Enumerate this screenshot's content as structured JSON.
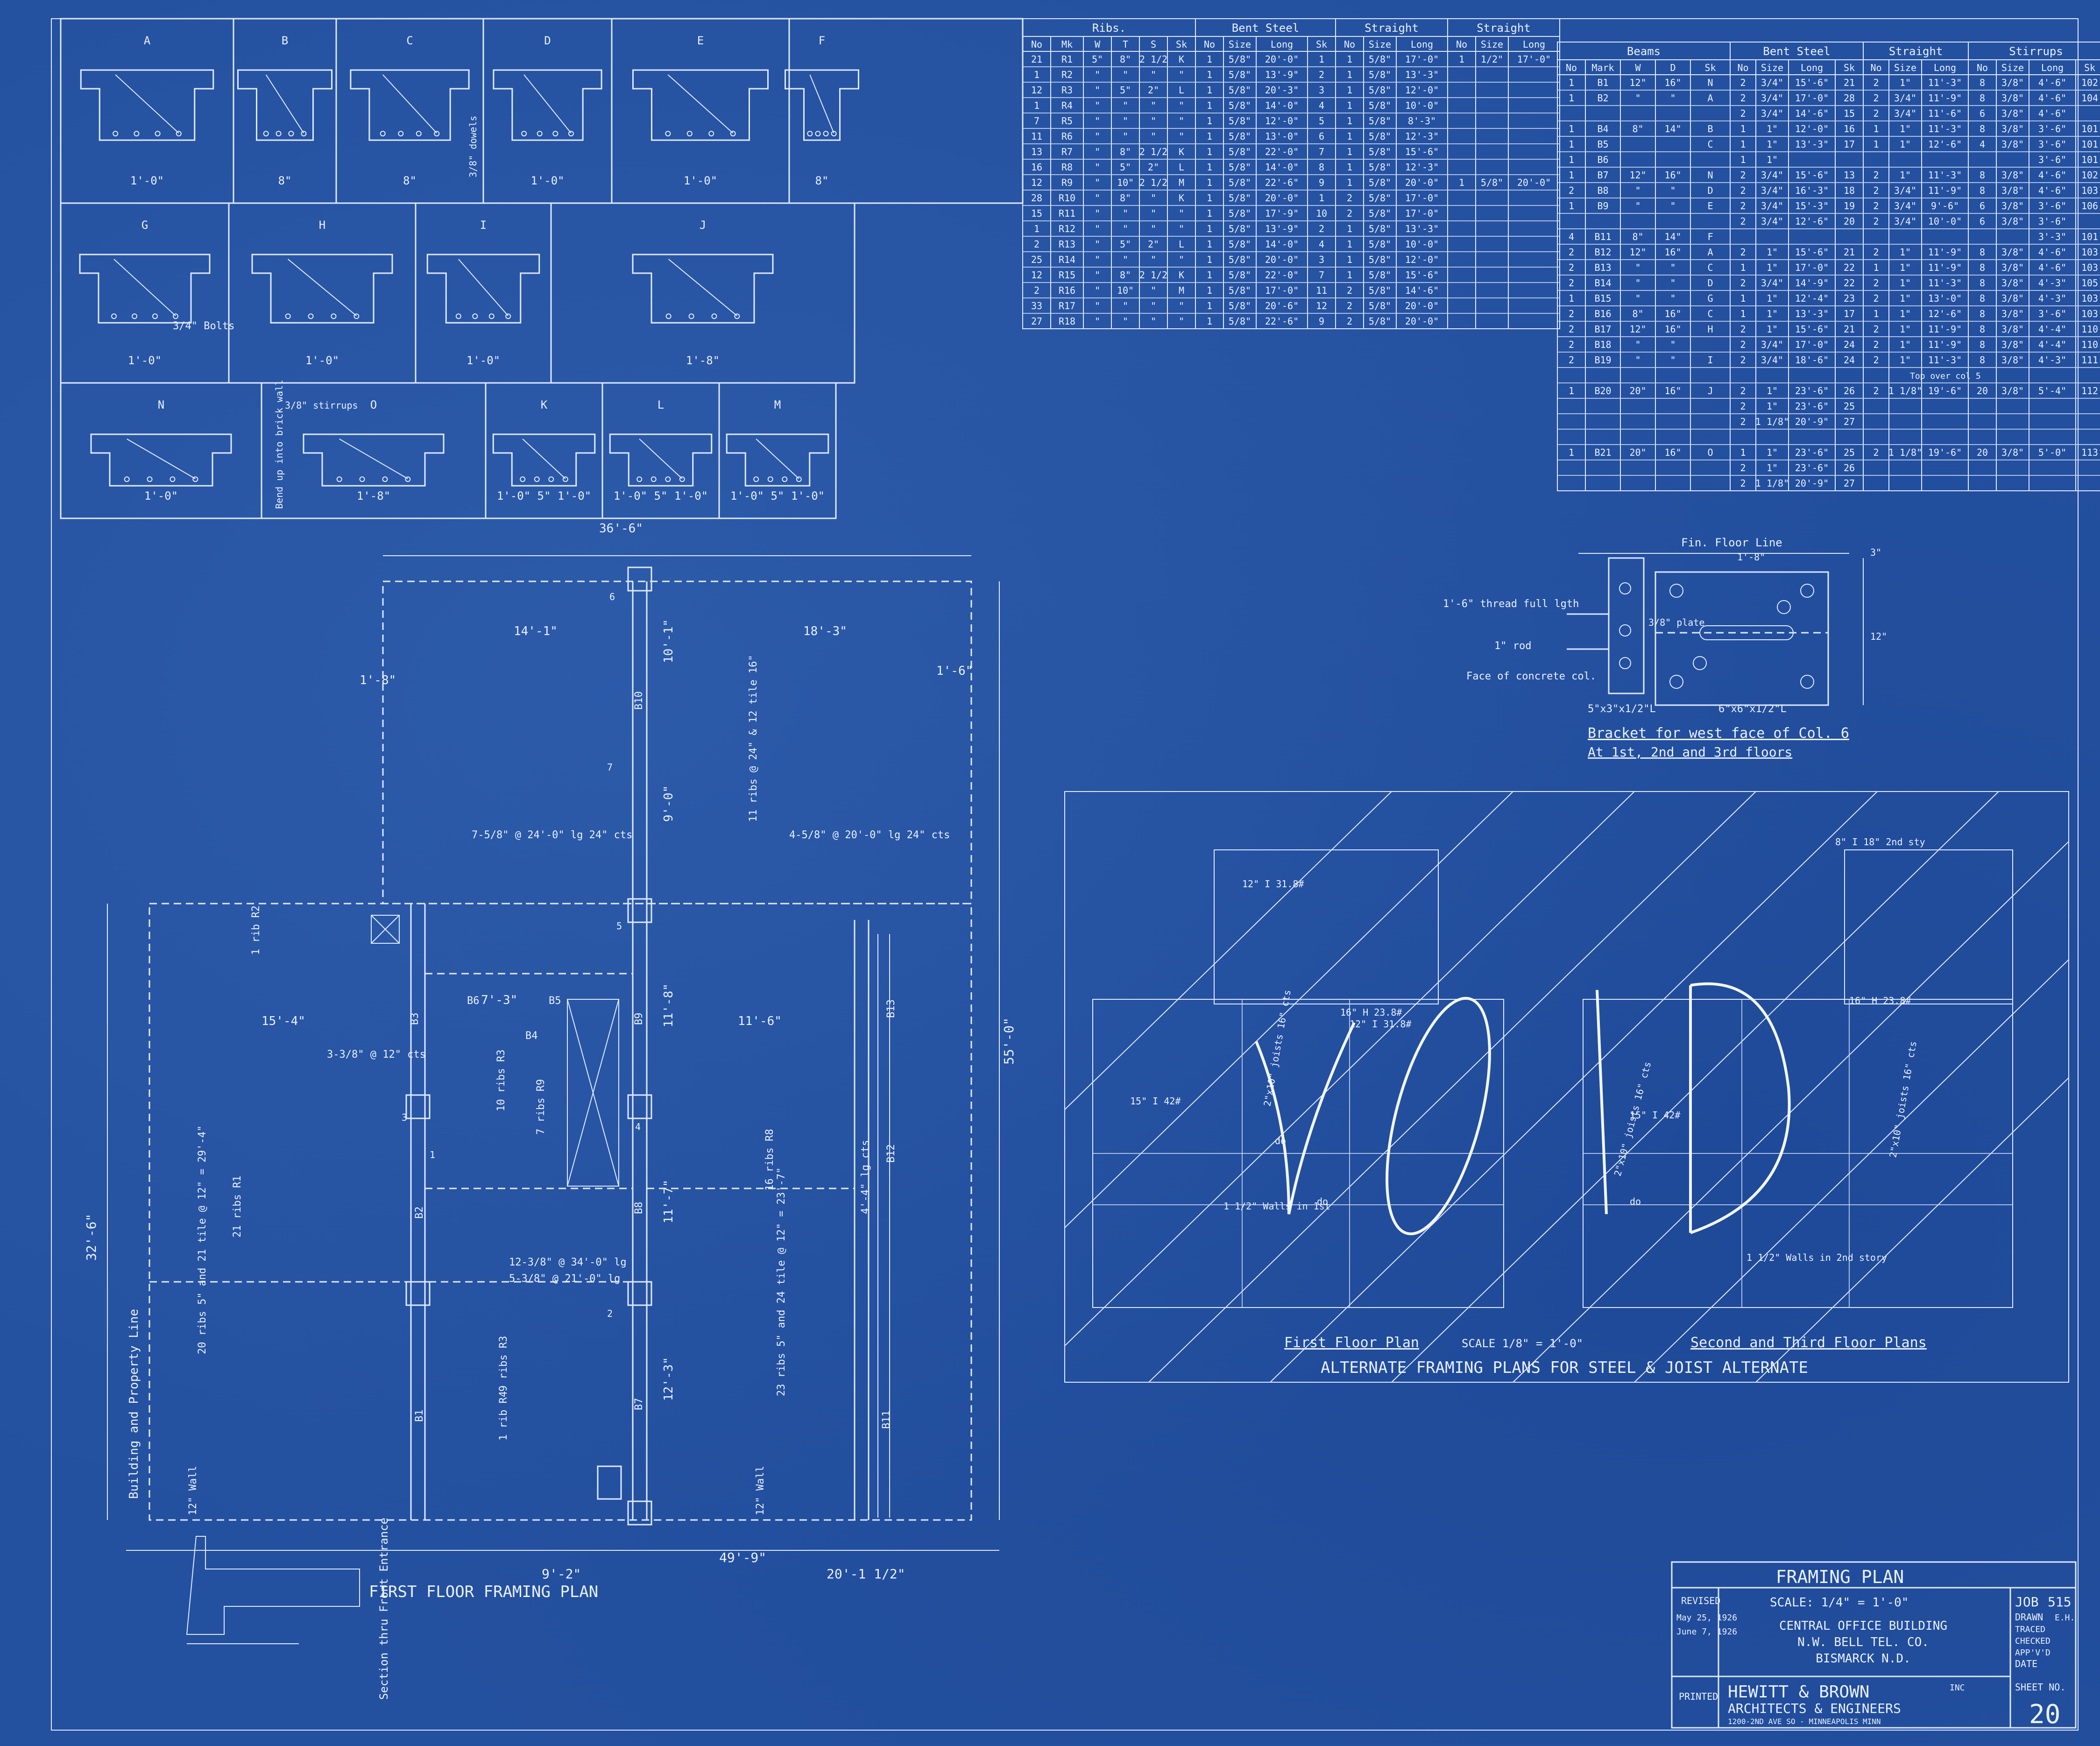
{
  "sections": [
    {
      "label": "A",
      "width": "1'-0\""
    },
    {
      "label": "B",
      "width": "8\""
    },
    {
      "label": "C",
      "width": "8\""
    },
    {
      "label": "D",
      "width": "1'-0\""
    },
    {
      "label": "E",
      "width": "1'-0\""
    },
    {
      "label": "F",
      "width": "8\""
    },
    {
      "label": "G",
      "width": "1'-0\""
    },
    {
      "label": "H",
      "width": "1'-0\""
    },
    {
      "label": "I",
      "width": "1'-0\""
    },
    {
      "label": "J",
      "width": "1'-8\""
    },
    {
      "label": "N",
      "width": "1'-0\""
    },
    {
      "label": "O",
      "width": "1'-8\""
    },
    {
      "label": "K",
      "width": "1'-0\"  5\"  1'-0\""
    },
    {
      "label": "L",
      "width": "1'-0\"  5\"  1'-0\""
    },
    {
      "label": "M",
      "width": "1'-0\"  5\"  1'-0\""
    }
  ],
  "section_notes": {
    "bolts": "3/4\" Bolts",
    "dowels": "3/8\" dowels",
    "bend_up": "Bend up into brick wall",
    "stirrups": "3/8\" stirrups"
  },
  "ribs_table": {
    "group_headers": [
      "Ribs.",
      "Bent Steel",
      "Straight",
      "Straight"
    ],
    "headers": [
      "No",
      "Mk",
      "W",
      "T",
      "S",
      "Sk",
      "No",
      "Size",
      "Long",
      "Sk",
      "No",
      "Size",
      "Long",
      "No",
      "Size",
      "Long"
    ],
    "rows": [
      [
        "21",
        "R1",
        "5\"",
        "8\"",
        "2 1/2",
        "K",
        "1",
        "5/8\"",
        "20'-0\"",
        "1",
        "1",
        "5/8\"",
        "17'-0\"",
        "1",
        "1/2\"",
        "17'-0\""
      ],
      [
        "1",
        "R2",
        "\"",
        "\"",
        "\"",
        "\"",
        "1",
        "5/8\"",
        "13'-9\"",
        "2",
        "1",
        "5/8\"",
        "13'-3\"",
        "",
        "",
        ""
      ],
      [
        "12",
        "R3",
        "\"",
        "5\"",
        "2\"",
        "L",
        "1",
        "5/8\"",
        "20'-3\"",
        "3",
        "1",
        "5/8\"",
        "12'-0\"",
        "",
        "",
        ""
      ],
      [
        "1",
        "R4",
        "\"",
        "\"",
        "\"",
        "\"",
        "1",
        "5/8\"",
        "14'-0\"",
        "4",
        "1",
        "5/8\"",
        "10'-0\"",
        "",
        "",
        ""
      ],
      [
        "7",
        "R5",
        "\"",
        "\"",
        "\"",
        "\"",
        "1",
        "5/8\"",
        "12'-0\"",
        "5",
        "1",
        "5/8\"",
        "8'-3\"",
        "",
        "",
        ""
      ],
      [
        "11",
        "R6",
        "\"",
        "\"",
        "\"",
        "\"",
        "1",
        "5/8\"",
        "13'-0\"",
        "6",
        "1",
        "5/8\"",
        "12'-3\"",
        "",
        "",
        ""
      ],
      [
        "13",
        "R7",
        "\"",
        "8\"",
        "2 1/2",
        "K",
        "1",
        "5/8\"",
        "22'-0\"",
        "7",
        "1",
        "5/8\"",
        "15'-6\"",
        "",
        "",
        ""
      ],
      [
        "16",
        "R8",
        "\"",
        "5\"",
        "2\"",
        "L",
        "1",
        "5/8\"",
        "14'-0\"",
        "8",
        "1",
        "5/8\"",
        "12'-3\"",
        "",
        "",
        ""
      ],
      [
        "12",
        "R9",
        "\"",
        "10\"",
        "2 1/2",
        "M",
        "1",
        "5/8\"",
        "22'-6\"",
        "9",
        "1",
        "5/8\"",
        "20'-0\"",
        "1",
        "5/8\"",
        "20'-0\""
      ],
      [
        "28",
        "R10",
        "\"",
        "8\"",
        "\"",
        "K",
        "1",
        "5/8\"",
        "20'-0\"",
        "1",
        "2",
        "5/8\"",
        "17'-0\"",
        "",
        "",
        ""
      ],
      [
        "15",
        "R11",
        "\"",
        "\"",
        "\"",
        "\"",
        "1",
        "5/8\"",
        "17'-9\"",
        "10",
        "2",
        "5/8\"",
        "17'-0\"",
        "",
        "",
        ""
      ],
      [
        "1",
        "R12",
        "\"",
        "\"",
        "\"",
        "\"",
        "1",
        "5/8\"",
        "13'-9\"",
        "2",
        "1",
        "5/8\"",
        "13'-3\"",
        "",
        "",
        ""
      ],
      [
        "2",
        "R13",
        "\"",
        "5\"",
        "2\"",
        "L",
        "1",
        "5/8\"",
        "14'-0\"",
        "4",
        "1",
        "5/8\"",
        "10'-0\"",
        "",
        "",
        ""
      ],
      [
        "25",
        "R14",
        "\"",
        "\"",
        "\"",
        "\"",
        "1",
        "5/8\"",
        "20'-0\"",
        "3",
        "1",
        "5/8\"",
        "12'-0\"",
        "",
        "",
        ""
      ],
      [
        "12",
        "R15",
        "\"",
        "8\"",
        "2 1/2",
        "K",
        "1",
        "5/8\"",
        "22'-0\"",
        "7",
        "1",
        "5/8\"",
        "15'-6\"",
        "",
        "",
        ""
      ],
      [
        "2",
        "R16",
        "\"",
        "10\"",
        "\"",
        "M",
        "1",
        "5/8\"",
        "17'-0\"",
        "11",
        "2",
        "5/8\"",
        "14'-6\"",
        "",
        "",
        ""
      ],
      [
        "33",
        "R17",
        "\"",
        "\"",
        "\"",
        "\"",
        "1",
        "5/8\"",
        "20'-6\"",
        "12",
        "2",
        "5/8\"",
        "20'-0\"",
        "",
        "",
        ""
      ],
      [
        "27",
        "R18",
        "\"",
        "\"",
        "\"",
        "\"",
        "1",
        "5/8\"",
        "22'-6\"",
        "9",
        "2",
        "5/8\"",
        "20'-0\"",
        "",
        "",
        ""
      ]
    ]
  },
  "beams_table": {
    "group_headers": [
      "Beams",
      "Bent Steel",
      "Straight",
      "Stirrups"
    ],
    "headers": [
      "No",
      "Mark",
      "W",
      "D",
      "Sk",
      "No",
      "Size",
      "Long",
      "Sk",
      "No",
      "Size",
      "Long",
      "No",
      "Size",
      "Long",
      "Sk"
    ],
    "rows": [
      [
        "1",
        "B1",
        "12\"",
        "16\"",
        "N",
        "2",
        "3/4\"",
        "15'-6\"",
        "21",
        "2",
        "1\"",
        "11'-3\"",
        "8",
        "3/8\"",
        "4'-6\"",
        "102"
      ],
      [
        "1",
        "B2",
        "\"",
        "\"",
        "A",
        "2",
        "3/4\"",
        "17'-0\"",
        "28",
        "2",
        "3/4\"",
        "11'-9\"",
        "8",
        "3/8\"",
        "4'-6\"",
        "104"
      ],
      [
        "",
        "",
        "",
        "",
        "",
        "2",
        "3/4\"",
        "14'-6\"",
        "15",
        "2",
        "3/4\"",
        "11'-6\"",
        "6",
        "3/8\"",
        "4'-6\"",
        ""
      ],
      [
        "1",
        "B4",
        "8\"",
        "14\"",
        "B",
        "1",
        "1\"",
        "12'-0\"",
        "16",
        "1",
        "1\"",
        "11'-3\"",
        "8",
        "3/8\"",
        "3'-6\"",
        "101"
      ],
      [
        "1",
        "B5",
        "",
        "",
        "C",
        "1",
        "1\"",
        "13'-3\"",
        "17",
        "1",
        "1\"",
        "12'-6\"",
        "4",
        "3/8\"",
        "3'-6\"",
        "101"
      ],
      [
        "1",
        "B6",
        "",
        "",
        "",
        "1",
        "1\"",
        "",
        "",
        "",
        "",
        "",
        "",
        "",
        "3'-6\"",
        "101"
      ],
      [
        "1",
        "B7",
        "12\"",
        "16\"",
        "N",
        "2",
        "3/4\"",
        "15'-6\"",
        "13",
        "2",
        "1\"",
        "11'-3\"",
        "8",
        "3/8\"",
        "4'-6\"",
        "102"
      ],
      [
        "2",
        "B8",
        "\"",
        "\"",
        "D",
        "2",
        "3/4\"",
        "16'-3\"",
        "18",
        "2",
        "3/4\"",
        "11'-9\"",
        "8",
        "3/8\"",
        "4'-6\"",
        "103"
      ],
      [
        "1",
        "B9",
        "\"",
        "\"",
        "E",
        "2",
        "3/4\"",
        "15'-3\"",
        "19",
        "2",
        "3/4\"",
        "9'-6\"",
        "6",
        "3/8\"",
        "3'-6\"",
        "106"
      ],
      [
        "",
        "",
        "",
        "",
        "",
        "2",
        "3/4\"",
        "12'-6\"",
        "20",
        "2",
        "3/4\"",
        "10'-0\"",
        "6",
        "3/8\"",
        "3'-6\"",
        ""
      ],
      [
        "4",
        "B11",
        "8\"",
        "14\"",
        "F",
        "",
        "",
        "",
        "",
        "",
        "",
        "",
        "",
        "",
        "3'-3\"",
        "101"
      ],
      [
        "2",
        "B12",
        "12\"",
        "16\"",
        "A",
        "2",
        "1\"",
        "15'-6\"",
        "21",
        "2",
        "1\"",
        "11'-9\"",
        "8",
        "3/8\"",
        "4'-6\"",
        "103"
      ],
      [
        "2",
        "B13",
        "\"",
        "\"",
        "C",
        "1",
        "1\"",
        "17'-0\"",
        "22",
        "1",
        "1\"",
        "11'-9\"",
        "8",
        "3/8\"",
        "4'-6\"",
        "103"
      ],
      [
        "2",
        "B14",
        "\"",
        "\"",
        "D",
        "2",
        "3/4\"",
        "14'-9\"",
        "22",
        "2",
        "1\"",
        "11'-3\"",
        "8",
        "3/8\"",
        "4'-3\"",
        "105"
      ],
      [
        "1",
        "B15",
        "\"",
        "\"",
        "G",
        "1",
        "1\"",
        "12'-4\"",
        "23",
        "2",
        "1\"",
        "13'-0\"",
        "8",
        "3/8\"",
        "4'-3\"",
        "103"
      ],
      [
        "2",
        "B16",
        "8\"",
        "16\"",
        "C",
        "1",
        "1\"",
        "13'-3\"",
        "17",
        "1",
        "1\"",
        "12'-6\"",
        "8",
        "3/8\"",
        "3'-6\"",
        "103"
      ],
      [
        "2",
        "B17",
        "12\"",
        "16\"",
        "H",
        "2",
        "1\"",
        "15'-6\"",
        "21",
        "2",
        "1\"",
        "11'-9\"",
        "8",
        "3/8\"",
        "4'-4\"",
        "110"
      ],
      [
        "2",
        "B18",
        "\"",
        "\"",
        "",
        "2",
        "3/4\"",
        "17'-0\"",
        "24",
        "2",
        "1\"",
        "11'-9\"",
        "8",
        "3/8\"",
        "4'-4\"",
        "110"
      ],
      [
        "2",
        "B19",
        "\"",
        "\"",
        "I",
        "2",
        "3/4\"",
        "18'-6\"",
        "24",
        "2",
        "1\"",
        "11'-3\"",
        "8",
        "3/8\"",
        "4'-3\"",
        "111"
      ],
      [
        "",
        "",
        "",
        "",
        "",
        "",
        "",
        "",
        "",
        "",
        "",
        "",
        "",
        "",
        "",
        ""
      ],
      [
        "1",
        "B20",
        "20\"",
        "16\"",
        "J",
        "2",
        "1\"",
        "23'-6\"",
        "26",
        "2",
        "1 1/8\"",
        "19'-6\"",
        "20",
        "3/8\"",
        "5'-4\"",
        "112"
      ],
      [
        "",
        "",
        "",
        "",
        "",
        "2",
        "1\"",
        "23'-6\"",
        "25",
        "",
        "",
        "",
        "",
        "",
        "",
        ""
      ],
      [
        "",
        "",
        "",
        "",
        "",
        "2",
        "1 1/8\"",
        "20'-9\"",
        "27",
        "",
        "",
        "",
        "",
        "",
        "",
        ""
      ],
      [
        "",
        "",
        "",
        "",
        "",
        "",
        "",
        "",
        "",
        "",
        "",
        "",
        "",
        "",
        "",
        ""
      ],
      [
        "1",
        "B21",
        "20\"",
        "16\"",
        "O",
        "1",
        "1\"",
        "23'-6\"",
        "25",
        "2",
        "1 1/8\"",
        "19'-6\"",
        "20",
        "3/8\"",
        "5'-0\"",
        "113"
      ],
      [
        "",
        "",
        "",
        "",
        "",
        "2",
        "1\"",
        "23'-6\"",
        "26",
        "",
        "",
        "",
        "",
        "",
        "",
        ""
      ],
      [
        "",
        "",
        "",
        "",
        "",
        "2",
        "1 1/8\"",
        "20'-9\"",
        "27",
        "",
        "",
        "",
        "",
        "",
        "",
        ""
      ]
    ],
    "note": "Top over col 5"
  },
  "bracket": {
    "title": "Bracket for west face of Col. 6",
    "subtitle": "At 1st, 2nd and 3rd floors",
    "fin_floor": "Fin. Floor Line",
    "thread": "1'-6\" thread full lgth",
    "rod": "1\" rod",
    "face": "Face of concrete col.",
    "angle1": "5\"x3\"x1/2\"L",
    "angle2": "6\"x6\"x1/2\"L",
    "plate": "3/8\" plate",
    "dim1": "1'-8\"",
    "dim2": "3\"",
    "dim3": "12\""
  },
  "floor_plan": {
    "title": "FIRST FLOOR  FRAMING  PLAN",
    "section_note": "Section thru Front Entrance",
    "property_line": "Building and Property Line",
    "dims": {
      "top": "36'-6\"",
      "bottom_a": "49'-9\"",
      "bottom_b": "20'-1 1/2\"",
      "bottom_c": "9'-2\"",
      "right": "55'-0\"",
      "left": "32'-6\"",
      "span_a": "14'-1\"",
      "span_b": "18'-3\"",
      "span_c": "15'-4\"",
      "span_d": "11'-6\"",
      "span_e": "7'-3\"",
      "span_f": "1'-6\"",
      "span_g": "1'-8\"",
      "span_h": "11'-8\"",
      "span_i": "11'-7\"",
      "span_j": "12'-3\"",
      "span_k": "9'-0\"",
      "span_l": "10'-1\""
    },
    "notes": [
      "11 ribs @ 24\" & 12 tile 16\"",
      "7-5/8\" @ 24'-0\" lg 24\" cts",
      "4-5/8\" @ 20'-0\" lg 24\" cts",
      "20 ribs 5\" and 21 tile @ 12\" = 29'-4\"",
      "3-3/8\" @ 12\" cts",
      "12-3/8\" @ 34'-0\" lg",
      "5-3/8\" @ 21'-0\" lg",
      "21 ribs R1",
      "16 ribs R8",
      "7 ribs R9",
      "9 ribs R3",
      "10 ribs R3",
      "1 rib R2",
      "1 rib R4",
      "23 ribs 5\" and 24 tile @ 12\" = 23'-7\"",
      "4'-4\" lg cts",
      "12\" Wall",
      "12\" Wall",
      "B1",
      "B2",
      "B3",
      "B4",
      "B5",
      "B6",
      "B7",
      "B8",
      "B9",
      "B10",
      "B11",
      "B12",
      "B13"
    ],
    "columns": [
      "1",
      "2",
      "3",
      "4",
      "5",
      "6",
      "7"
    ]
  },
  "alt_plans": {
    "title": "ALTERNATE  FRAMING  PLANS  FOR  STEEL  &  JOIST  ALTERNATE",
    "first": "First Floor Plan",
    "second": "Second and Third Floor Plans",
    "scale": "SCALE 1/8\" = 1'-0\"",
    "void": "VOID",
    "notes": [
      "12\" I 31.8#",
      "15\" I 42#",
      "16\" H 23.8#",
      "12\" I 31.8#",
      "2\"x10\" joists 16\" cts",
      "2\"x10\" joists 16\" cts",
      "2\"x10\" joists 16\" cts",
      "do",
      "do",
      "do",
      "1 1/2\" Walls in 1st",
      "1 1/2\" Walls in 2nd story",
      "8\" I 18\" 2nd sty",
      "15\" I 42#",
      "16\" H 23.8#"
    ]
  },
  "title_block": {
    "title": "FRAMING  PLAN",
    "scale": "SCALE: 1/4\" = 1'-0\"",
    "revised_label": "REVISED",
    "revised_1": "May 25, 1926",
    "revised_2": "June 7, 1926",
    "project_1": "CENTRAL  OFFICE  BUILDING",
    "project_2": "N.W. BELL  TEL.  CO.",
    "project_3": "BISMARCK    N.D.",
    "printed": "PRINTED",
    "firm": "HEWITT & BROWN",
    "firm_inc": "INC",
    "firm_2": "ARCHITECTS & ENGINEERS",
    "firm_3": "1200-2ND AVE SO - MINNEAPOLIS MINN",
    "job_label": "JOB",
    "job": "515",
    "drawn_label": "DRAWN",
    "drawn": "E.H.",
    "traced": "TRACED",
    "checked": "CHECKED",
    "approved": "APP'V'D",
    "date": "DATE",
    "sheet_label": "SHEET NO.",
    "sheet": "20"
  }
}
